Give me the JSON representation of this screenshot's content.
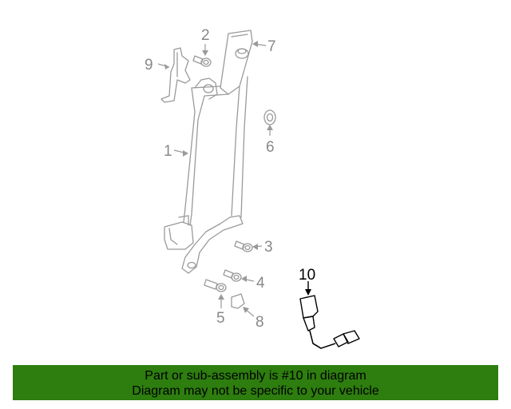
{
  "callouts": {
    "c1": "1",
    "c2": "2",
    "c3": "3",
    "c4": "4",
    "c5": "5",
    "c6": "6",
    "c7": "7",
    "c8": "8",
    "c9": "9",
    "c10": "10"
  },
  "highlighted_part": "10",
  "colors": {
    "banner_bg": "#2e7d0f",
    "part_line": "#9a9a9a",
    "highlight_fill": "#2e7d0f"
  },
  "banner": {
    "line1": "Part or sub-assembly is #10 in diagram",
    "line2": "Diagram may not be specific to your vehicle"
  }
}
